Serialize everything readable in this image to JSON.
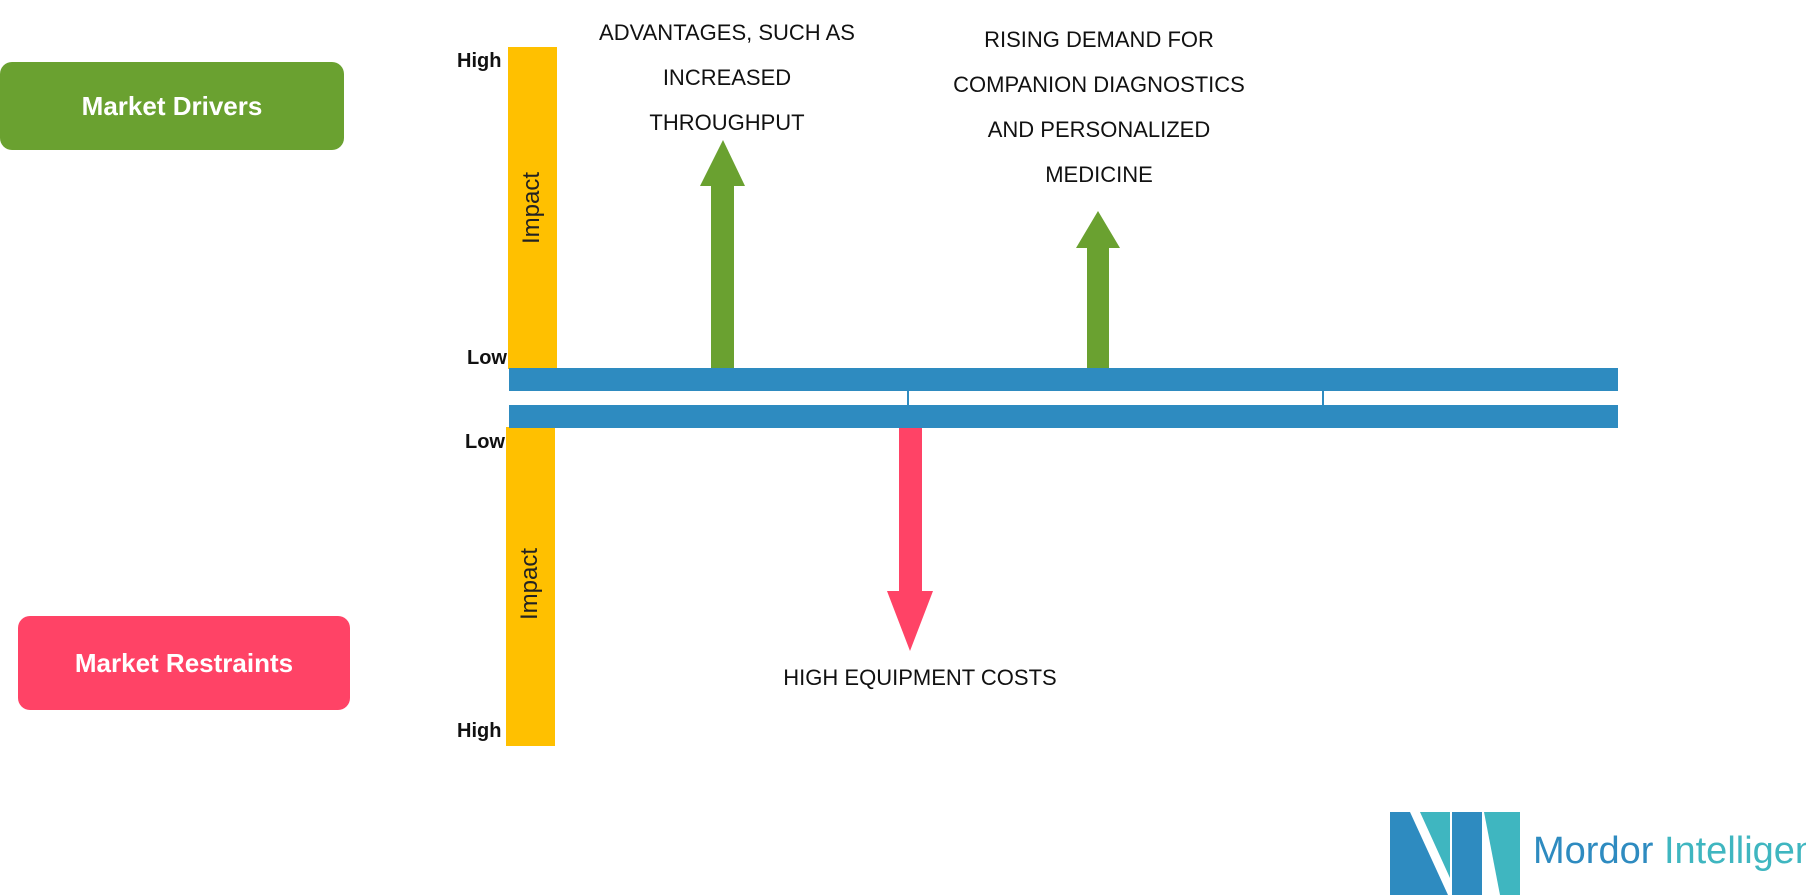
{
  "legend": {
    "drivers_label": "Market Drivers",
    "restraints_label": "Market Restraints"
  },
  "axis": {
    "high_label": "High",
    "low_label": "Low",
    "impact_label": "Impact"
  },
  "drivers": [
    {
      "lines": [
        "ADVANTAGES, SUCH AS",
        "INCREASED",
        "THROUGHPUT"
      ]
    },
    {
      "lines": [
        "RISING DEMAND FOR",
        "COMPANION DIAGNOSTICS",
        "AND PERSONALIZED",
        "MEDICINE"
      ]
    }
  ],
  "restraints": [
    {
      "lines": [
        "HIGH EQUIPMENT COSTS"
      ]
    }
  ],
  "logo": {
    "word1": "Mordor",
    "word2": "Intelligence"
  },
  "colors": {
    "drivers": "#6AA130",
    "restraints": "#FF4366",
    "impact_bar": "#FFC000",
    "timeline": "#2E8BC0",
    "logo_dark": "#2E8BC0",
    "logo_light": "#3FB6C0"
  }
}
